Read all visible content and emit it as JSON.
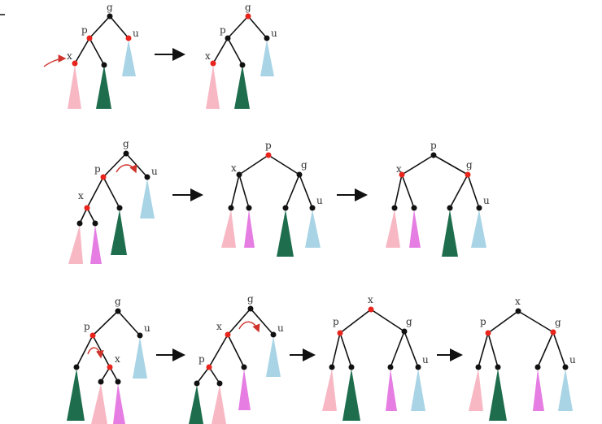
{
  "colors": {
    "red_node": "#e8241c",
    "black_node": "#111111",
    "pink": "#f7b8c4",
    "green": "#1e6e4e",
    "blue": "#a8d4e6",
    "magenta": "#e57de3",
    "annotation": "#d0332b"
  },
  "labels": {
    "g": "g",
    "p": "p",
    "u": "u",
    "x": "x"
  },
  "icons": {
    "step_arrow": "right-arrow-icon",
    "rotation_hint": "curved-arrow-icon",
    "pointer_mark": "hand-drawn-arrow-icon"
  }
}
